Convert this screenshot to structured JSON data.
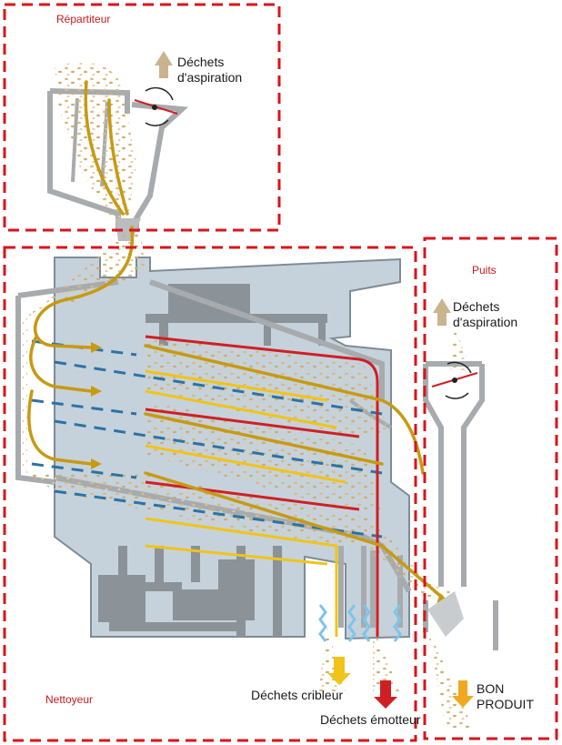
{
  "zones": {
    "repartiteur": "Répartiteur",
    "nettoyeur": "Nettoyeur",
    "puits": "Puits"
  },
  "outputs": {
    "aspiration_top_line1": "Déchets",
    "aspiration_top_line2": "d'aspiration",
    "aspiration_puits_line1": "Déchets",
    "aspiration_puits_line2": "d'aspiration",
    "cribleur": "Déchets cribleur",
    "emotteur": "Déchets émotteur",
    "bon_produit_line1": "BON",
    "bon_produit_line2": "PRODUIT"
  },
  "colors": {
    "zone_border": "#d7161b",
    "wall": "#a7abae",
    "housing": "#c6d2db",
    "flow": "#c79a12",
    "screen": "#2b73a6",
    "emotteur_arrow": "#d01f24",
    "cribleur_arrow": "#f0c419",
    "bon_produit_arrow": "#f0a81c",
    "aspiration_arrow": "#c9b48f"
  }
}
